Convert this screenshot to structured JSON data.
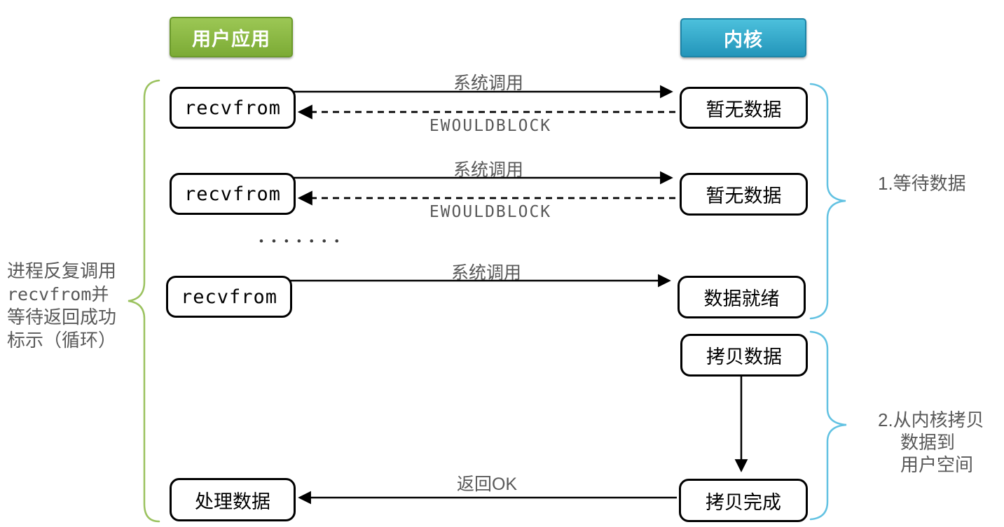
{
  "headers": {
    "user_app": "用户应用",
    "kernel": "内核"
  },
  "nodes": {
    "recvfrom1": "recvfrom",
    "recvfrom2": "recvfrom",
    "recvfrom3": "recvfrom",
    "process_data": "处理数据",
    "no_data1": "暂无数据",
    "no_data2": "暂无数据",
    "data_ready": "数据就绪",
    "copy_data": "拷贝数据",
    "copy_done": "拷贝完成"
  },
  "arrow_labels": {
    "syscall1": "系统调用",
    "ewouldblock1": "EWOULDBLOCK",
    "syscall2": "系统调用",
    "ewouldblock2": "EWOULDBLOCK",
    "syscall3": "系统调用",
    "return_ok": "返回OK"
  },
  "left_note": {
    "line1": "进程反复调用",
    "line2": "recvfrom并",
    "line3": "等待返回成功",
    "line4": "标示（循环）"
  },
  "phase_labels": {
    "phase1": "1.等待数据",
    "phase2_line1": "2.从内核拷贝",
    "phase2_line2": "数据到",
    "phase2_line3": "用户空间"
  },
  "ellipsis": "•••••••",
  "colors": {
    "user_app_green": "#9cc755",
    "user_app_green_dark": "#7cab35",
    "user_app_border": "#6b9a2b",
    "kernel_blue": "#4cc0dc",
    "kernel_blue_dark": "#2395ba",
    "kernel_border": "#1e84a6",
    "brace_green": "#9bc25f",
    "brace_blue": "#62c2e2",
    "label_gray": "#595959",
    "line_black": "#000000"
  }
}
